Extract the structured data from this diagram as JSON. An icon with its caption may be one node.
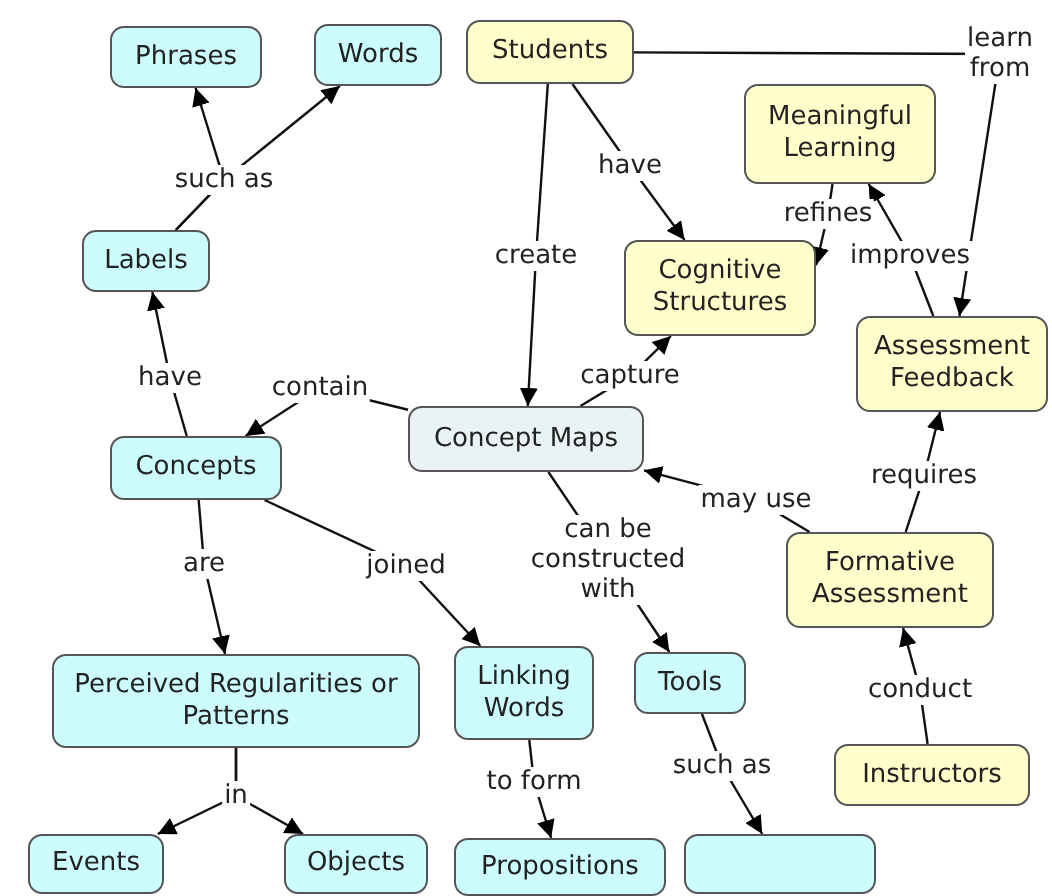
{
  "diagram": {
    "nodes": [
      {
        "text": [
          "Phrases"
        ]
      },
      {
        "text": [
          "Words"
        ]
      },
      {
        "text": [
          "Students"
        ]
      },
      {
        "text": [
          "Meaningful Learning"
        ]
      },
      {
        "text": [
          "Labels"
        ]
      },
      {
        "text": [
          "Cognitive Structures"
        ]
      },
      {
        "text": [
          "Assessment Feedback"
        ]
      },
      {
        "text": [
          "Concepts"
        ]
      },
      {
        "text": [
          "Concept Maps"
        ]
      },
      {
        "text": [
          "Formative Assessment"
        ]
      },
      {
        "text": [
          "Perceived Regularities or Patterns"
        ]
      },
      {
        "text": [
          "Linking Words"
        ]
      },
      {
        "text": [
          "Tools"
        ]
      },
      {
        "text": [
          "Instructors"
        ]
      },
      {
        "text": [
          "Events"
        ]
      },
      {
        "text": [
          "Objects"
        ]
      },
      {
        "text": [
          "Propositions"
        ]
      },
      {
        "text": [],
        "shape": "box"
      }
    ],
    "edges": [
      {
        "from": 4,
        "to": 0,
        "arrow": "to",
        "label": "such as"
      },
      {
        "from": 4,
        "to": 1,
        "arrow": "to"
      },
      {
        "from": 2,
        "to": 8,
        "arrow": "to",
        "label": "create"
      },
      {
        "from": 2,
        "to": 5,
        "arrow": "to",
        "label": "have"
      },
      {
        "from": 2,
        "to": 6,
        "arrow": "to",
        "label": "learn from"
      },
      {
        "from": 3,
        "to": 5,
        "arrow": "to",
        "label": "refines"
      },
      {
        "from": 6,
        "to": 3,
        "arrow": "to",
        "label": "improves"
      },
      {
        "from": 8,
        "to": 5,
        "arrow": "to",
        "label": "capture"
      },
      {
        "from": 7,
        "to": 4,
        "arrow": "to",
        "label": "have"
      },
      {
        "from": 8,
        "to": 7,
        "arrow": "to",
        "label": "contain"
      },
      {
        "from": 7,
        "to": 10,
        "arrow": "to",
        "label": "are"
      },
      {
        "from": 7,
        "to": 11,
        "arrow": "to",
        "label": "joined"
      },
      {
        "from": 8,
        "to": 12,
        "arrow": "to",
        "label": "can be constructed with"
      },
      {
        "from": 9,
        "to": 8,
        "arrow": "to",
        "label": "may use"
      },
      {
        "from": 9,
        "to": 6,
        "arrow": "to",
        "label": "requires"
      },
      {
        "from": 13,
        "to": 9,
        "arrow": "to",
        "label": "conduct"
      },
      {
        "from": 10,
        "to": 14,
        "arrow": "to",
        "label": "in"
      },
      {
        "from": 10,
        "to": 15,
        "arrow": "to"
      },
      {
        "from": 11,
        "to": 16,
        "arrow": "to",
        "label": "to form"
      },
      {
        "from": 12,
        "to": 17,
        "arrow": "to",
        "label": "such as"
      }
    ]
  }
}
